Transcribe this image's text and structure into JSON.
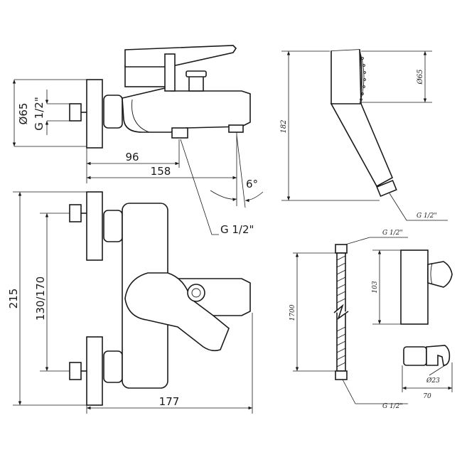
{
  "labels": {
    "side_diameter": "Ø65",
    "side_thread": "G 1/2\"",
    "dim_96": "96",
    "dim_158": "158",
    "angle": "6°",
    "outlet_thread": "G 1/2\"",
    "height_215": "215",
    "centers": "130/170",
    "width_177": "177",
    "shower_length": "182",
    "shower_diameter": "Ø65",
    "shower_thread": "G 1/2\"",
    "hose_thread_top": "G 1/2\"",
    "hose_length": "1700",
    "holder_height": "103",
    "holder_diameter": "Ø23",
    "holder_width": "70",
    "hose_thread_bottom": "G 1/2\""
  }
}
